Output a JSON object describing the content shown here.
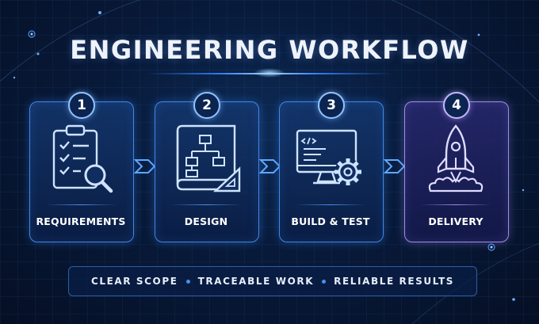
{
  "title": "ENGINEERING WORKFLOW",
  "steps": [
    {
      "number": "1",
      "label": "REQUIREMENTS",
      "icon": "clipboard-checklist-magnifier-icon"
    },
    {
      "number": "2",
      "label": "DESIGN",
      "icon": "blueprint-flowchart-icon"
    },
    {
      "number": "3",
      "label": "BUILD & TEST",
      "icon": "monitor-code-gear-icon"
    },
    {
      "number": "4",
      "label": "DELIVERY",
      "icon": "rocket-launch-icon"
    }
  ],
  "footer": {
    "items": [
      "CLEAR SCOPE",
      "TRACEABLE WORK",
      "RELIABLE RESULTS"
    ]
  },
  "colors": {
    "background": "#06142e",
    "accent_blue": "#3f87e6",
    "accent_purple": "#9f8ce8",
    "text": "#ffffff"
  }
}
